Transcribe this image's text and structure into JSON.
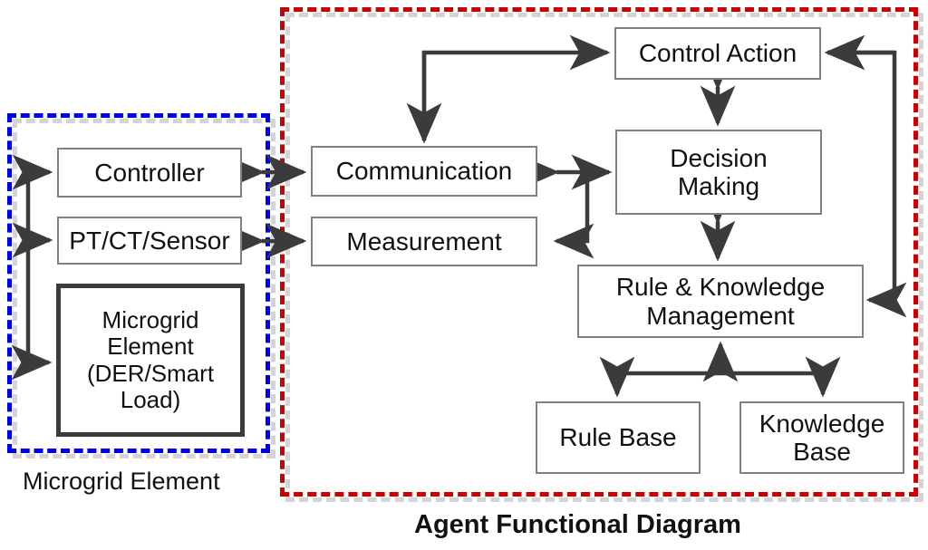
{
  "diagram": {
    "title": "Agent Functional Diagram",
    "left_group_caption": "Microgrid Element",
    "colors": {
      "microgrid_boundary": "#0000ee",
      "agent_boundary": "#cc0000",
      "shadow": "#d4d4d4",
      "node_border": "#808080",
      "node_border_thick": "#3b3b3b",
      "arrow": "#3b3b3b",
      "text": "#111111",
      "background": "#ffffff"
    },
    "groups": [
      {
        "id": "microgrid",
        "label": "Microgrid Element",
        "border_color": "#0000ee",
        "border_style": "dashed"
      },
      {
        "id": "agent",
        "label": "Agent Functional Diagram",
        "border_color": "#cc0000",
        "border_style": "dashed"
      }
    ],
    "nodes": [
      {
        "id": "controller",
        "label": "Controller",
        "group": "microgrid",
        "style": "thin"
      },
      {
        "id": "sensor",
        "label": "PT/CT/Sensor",
        "group": "microgrid",
        "style": "thin"
      },
      {
        "id": "microgrid-el",
        "label": "Microgrid Element\n(DER/Smart\nLoad)",
        "group": "microgrid",
        "style": "thick"
      },
      {
        "id": "communication",
        "label": "Communication",
        "group": "agent",
        "style": "thin"
      },
      {
        "id": "measurement",
        "label": "Measurement",
        "group": "agent",
        "style": "thin"
      },
      {
        "id": "control-action",
        "label": "Control Action",
        "group": "agent",
        "style": "thin"
      },
      {
        "id": "decision-making",
        "label": "Decision\nMaking",
        "group": "agent",
        "style": "thin"
      },
      {
        "id": "rule-knowledge",
        "label": "Rule & Knowledge\nManagement",
        "group": "agent",
        "style": "thin"
      },
      {
        "id": "rule-base",
        "label": "Rule Base",
        "group": "agent",
        "style": "thin"
      },
      {
        "id": "knowledge-base",
        "label": "Knowledge\nBase",
        "group": "agent",
        "style": "thin"
      }
    ],
    "edges": [
      {
        "from": "bus",
        "to": "controller",
        "direction": "forward"
      },
      {
        "from": "bus",
        "to": "sensor",
        "direction": "forward"
      },
      {
        "from": "bus",
        "to": "microgrid-el",
        "direction": "forward"
      },
      {
        "from": "controller",
        "to": "communication",
        "direction": "both"
      },
      {
        "from": "sensor",
        "to": "measurement",
        "direction": "both"
      },
      {
        "from": "communication",
        "to": "decision-making",
        "direction": "both"
      },
      {
        "from": "decision-making",
        "to": "measurement",
        "direction": "forward"
      },
      {
        "from": "communication",
        "to": "control-action",
        "direction": "forward"
      },
      {
        "from": "control-action",
        "to": "decision-making",
        "direction": "both"
      },
      {
        "from": "decision-making",
        "to": "rule-knowledge",
        "direction": "both"
      },
      {
        "from": "control-action",
        "to": "rule-knowledge",
        "direction": "forward"
      },
      {
        "from": "rule-knowledge",
        "to": "rule-base",
        "direction": "both"
      },
      {
        "from": "rule-knowledge",
        "to": "knowledge-base",
        "direction": "both"
      }
    ]
  }
}
